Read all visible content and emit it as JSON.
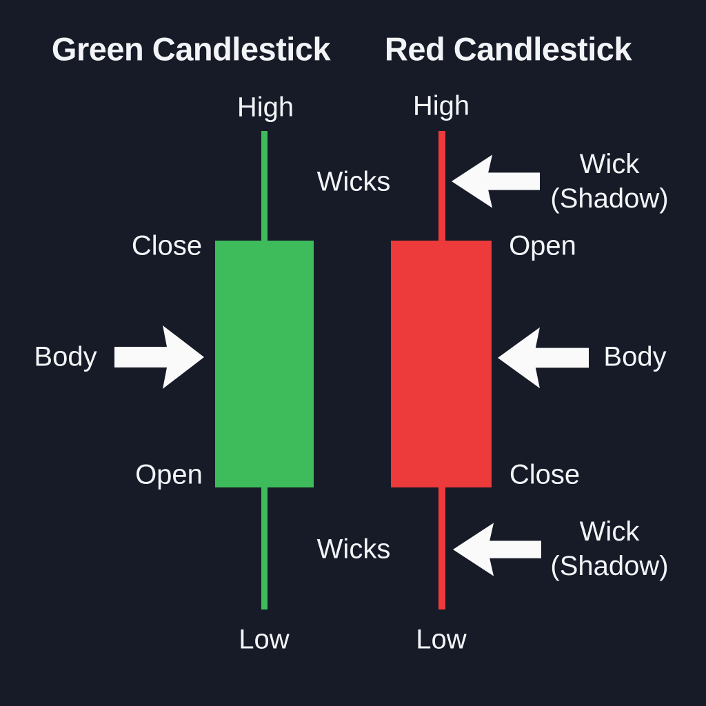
{
  "colors": {
    "background": "#161B27",
    "candle_green": "#3EBC5C",
    "candle_red": "#ED3A3B",
    "text": "#F2F4F7",
    "arrow": "#FAFAFA"
  },
  "titles": {
    "green": "Green Candlestick",
    "red": "Red Candlestick"
  },
  "green_candle": {
    "high": "High",
    "close": "Close",
    "open": "Open",
    "low": "Low"
  },
  "red_candle": {
    "high": "High",
    "open": "Open",
    "close": "Close",
    "low": "Low"
  },
  "annotations": {
    "wicks_top": "Wicks",
    "wicks_bottom": "Wicks",
    "body_left": "Body",
    "body_right": "Body",
    "wick_shadow_top_line1": "Wick",
    "wick_shadow_top_line2": "(Shadow)",
    "wick_shadow_bottom_line1": "Wick",
    "wick_shadow_bottom_line2": "(Shadow)"
  }
}
